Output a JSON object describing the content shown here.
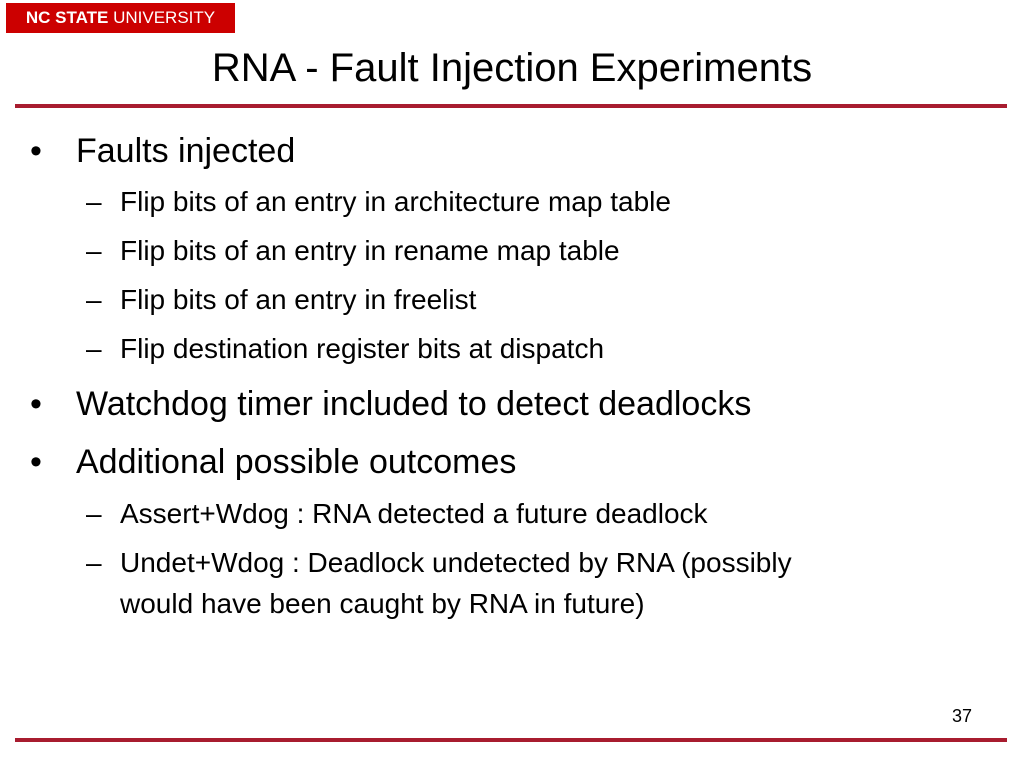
{
  "header": {
    "logo_bold": "NC STATE",
    "logo_regular": "UNIVERSITY",
    "accent_color": "#cc0000",
    "rule_color": "#a81c2f"
  },
  "slide": {
    "title": "RNA - Fault Injection Experiments",
    "bullet_marker": "•",
    "sub_marker": "–",
    "b1": {
      "text": "Faults injected",
      "subs": [
        "Flip bits of an entry in architecture map table",
        "Flip bits of an entry in rename map table",
        "Flip bits of an entry in freelist",
        "Flip destination register bits at dispatch"
      ]
    },
    "b2": {
      "text": "Watchdog timer included to detect deadlocks"
    },
    "b3": {
      "text": "Additional possible outcomes",
      "subs": [
        "Assert+Wdog : RNA detected a future deadlock",
        "Undet+Wdog : Deadlock undetected by RNA (possibly",
        "would have been caught by RNA in future)"
      ]
    },
    "page_number": "37"
  }
}
